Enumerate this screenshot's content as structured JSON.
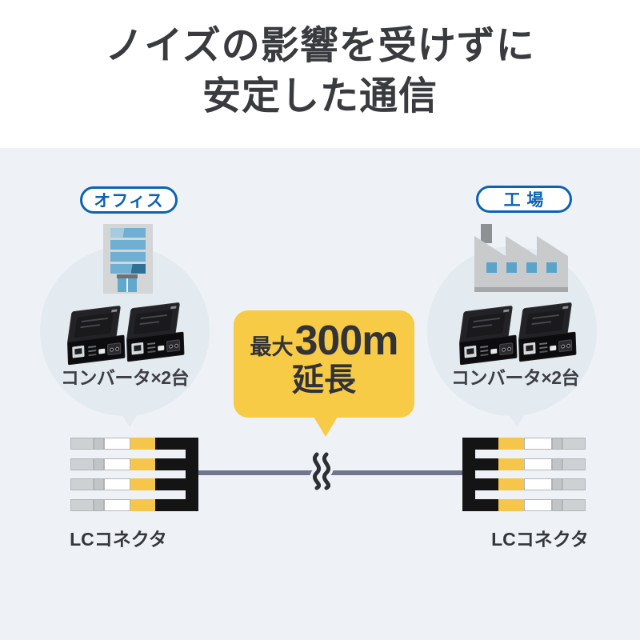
{
  "title": {
    "line1": "ノイズの影響を受けずに",
    "line2": "安定した通信"
  },
  "office": {
    "location_label": "オフィス",
    "converter_label": "コンバータ×2台",
    "connector_label": "LCコネクタ"
  },
  "factory": {
    "location_label": "工 場",
    "converter_label": "コンバータ×2台",
    "connector_label": "LCコネクタ"
  },
  "callout": {
    "prefix": "最大",
    "distance": "300m",
    "suffix": "延長"
  },
  "colors": {
    "accent_blue": "#0d63b2",
    "callout_yellow": "#f8cb47",
    "fiber_yellow": "#f5c64a",
    "cable_slate": "#72758e",
    "panel_bg": "#eef1f5",
    "halo_circle_bg": "#e3ebf0",
    "text_dark": "#3a3b3f"
  }
}
